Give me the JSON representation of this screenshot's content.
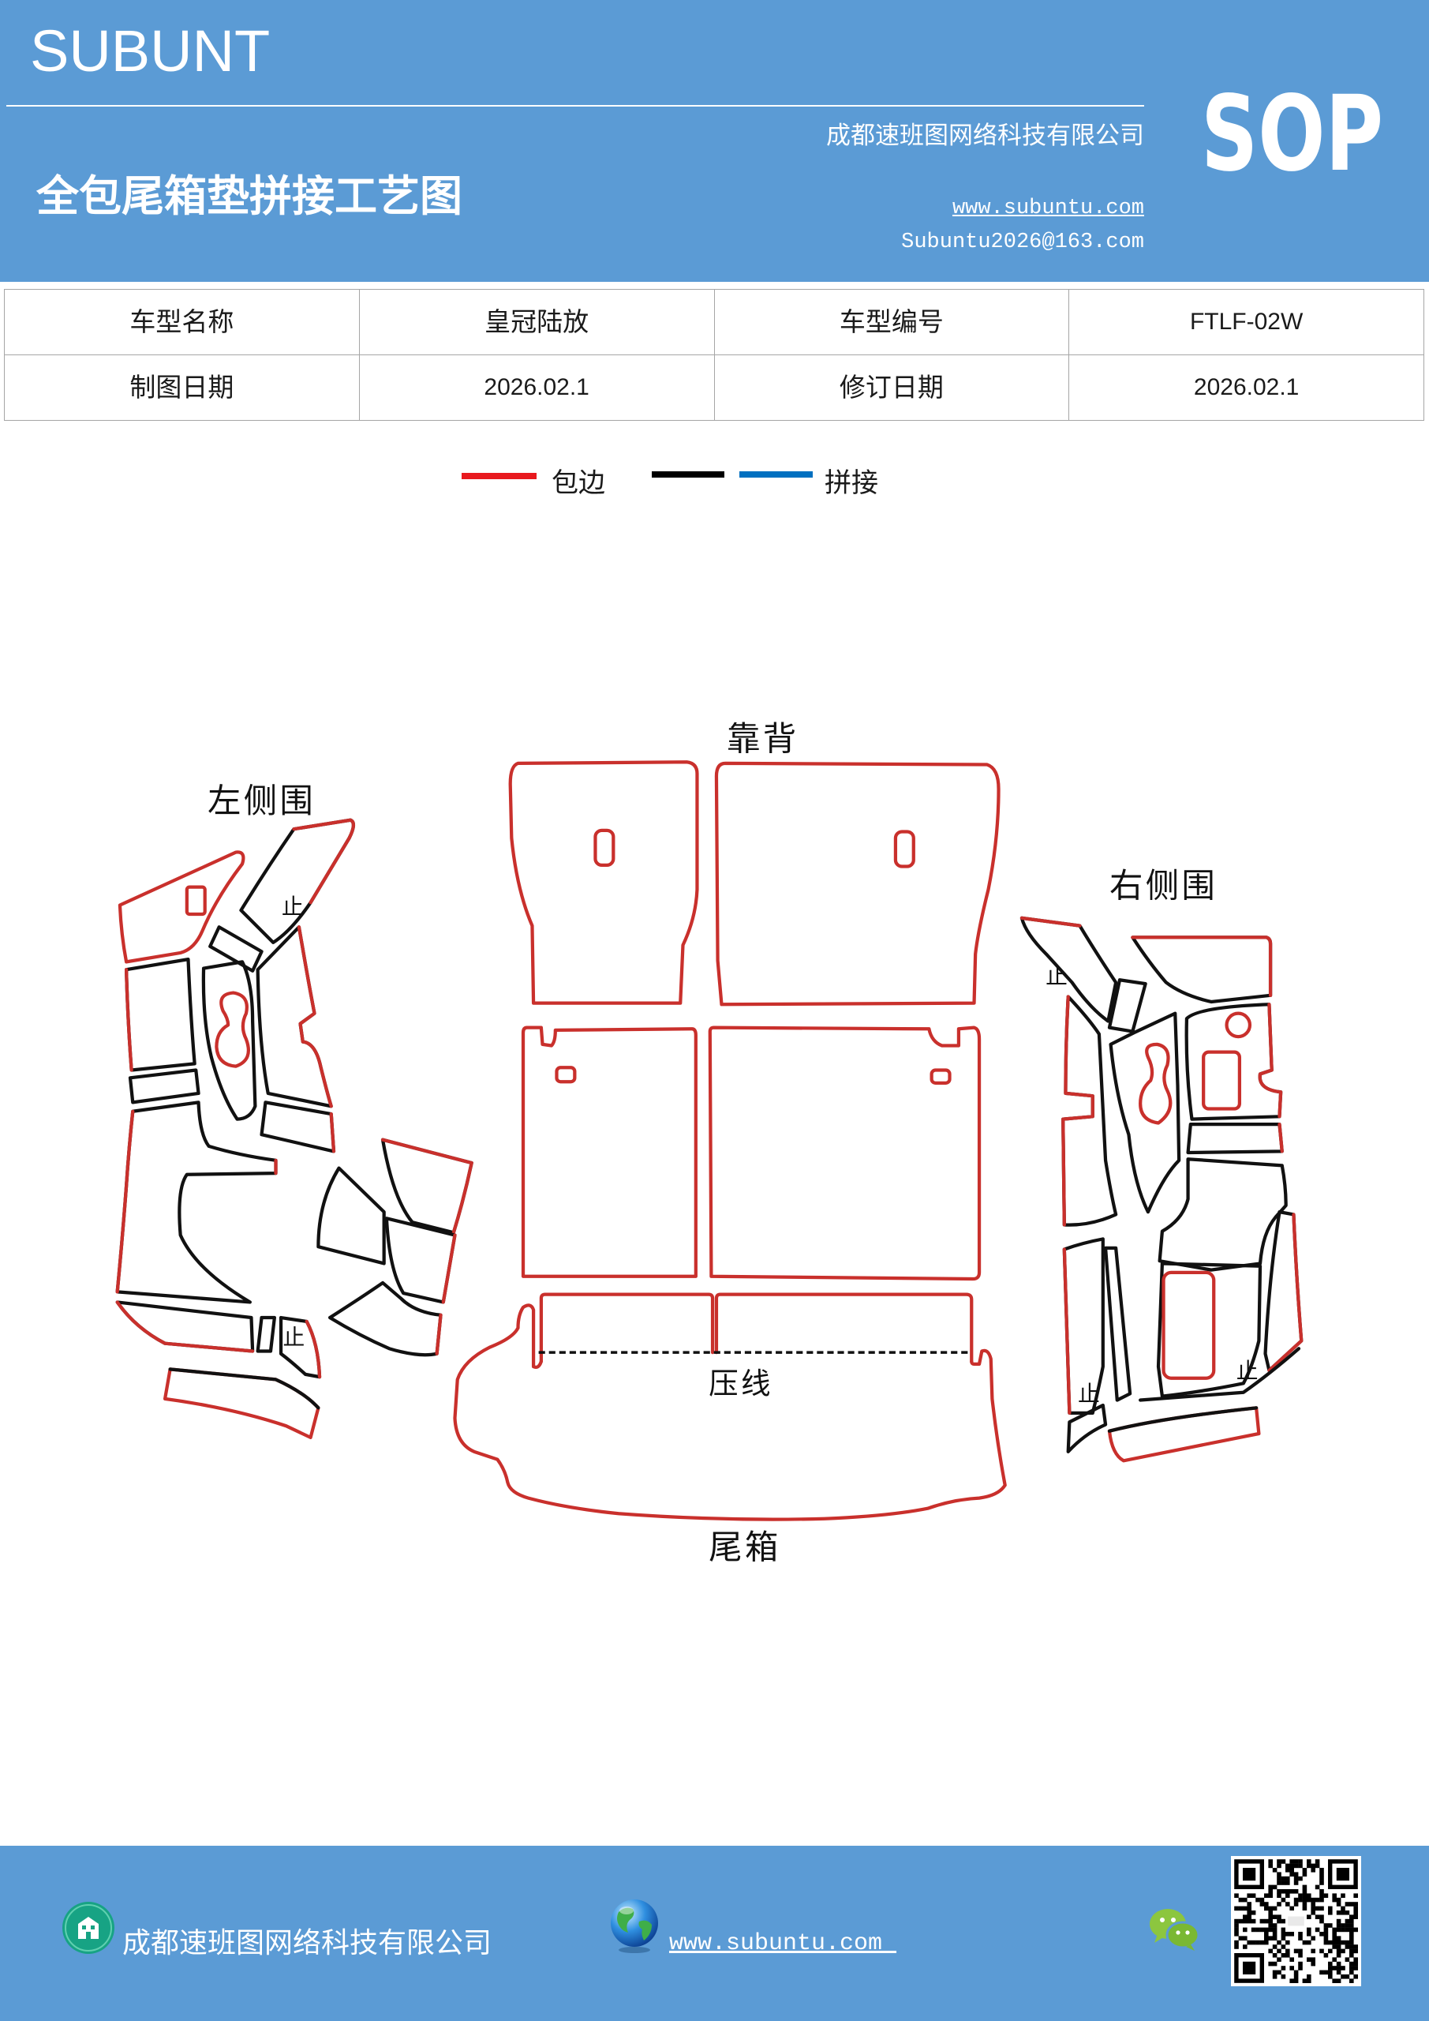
{
  "header": {
    "brand": "SUBUNT",
    "doc_type": "SOP",
    "company": "成都速班图网络科技有限公司",
    "title": "全包尾箱垫拼接工艺图",
    "website": "www.subuntu.com",
    "email": "Subuntu2026@163.com"
  },
  "info_table": {
    "rows": [
      [
        "车型名称",
        "皇冠陆放",
        "车型编号",
        "FTLF-02W"
      ],
      [
        "制图日期",
        "2026.02.1",
        "修订日期",
        "2026.02.1"
      ]
    ]
  },
  "legend": {
    "items": [
      {
        "label": "包边",
        "swatches": [
          "#e8191e"
        ]
      },
      {
        "label": "拼接",
        "swatches": [
          "#000000",
          "#0070c0"
        ]
      }
    ]
  },
  "diagram": {
    "labels": {
      "backrest": "靠背",
      "left_side": "左侧围",
      "right_side": "右侧围",
      "press_line": "压线",
      "trunk": "尾箱",
      "stop_mark": "止"
    },
    "colors": {
      "wrap_edge": "#c9302c",
      "seam": "#111111"
    }
  },
  "footer": {
    "company": "成都速班图网络科技有限公司",
    "website": "www.subuntu.com ",
    "icons": {
      "company": "building-icon",
      "website": "globe-icon",
      "social": "wechat-icon",
      "code": "qr-code"
    }
  },
  "theme": {
    "header_bg": "#5b9bd5",
    "footer_bg": "#5b9bd5",
    "table_border": "#a6a6a6"
  }
}
